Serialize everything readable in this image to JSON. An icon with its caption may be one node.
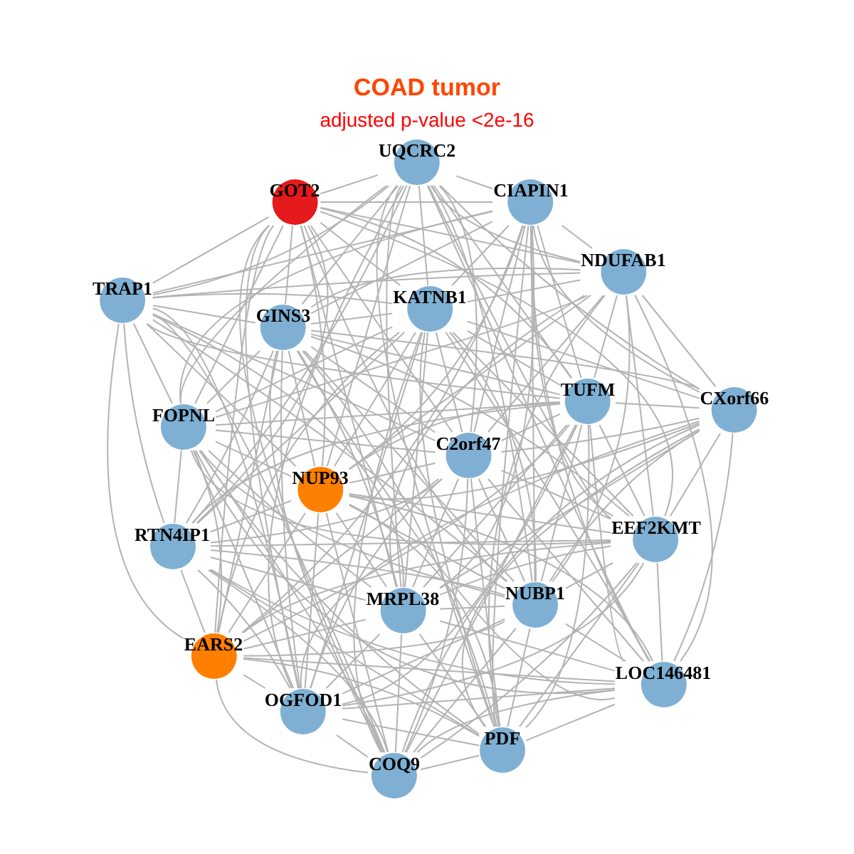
{
  "diagram": {
    "title": "COAD tumor",
    "caption": "adjusted p-value <2e-16",
    "nodes": [
      {
        "text": [
          "GOT2"
        ]
      },
      {
        "text": [
          "UQCRC2"
        ]
      },
      {
        "text": [
          "CIAPIN1"
        ]
      },
      {
        "text": [
          "NDUFAB1"
        ]
      },
      {
        "text": [
          "TRAP1"
        ]
      },
      {
        "text": [
          "GINS3"
        ]
      },
      {
        "text": [
          "KATNB1"
        ]
      },
      {
        "text": [
          "TUFM"
        ]
      },
      {
        "text": [
          "CXorf66"
        ]
      },
      {
        "text": [
          "FOPNL"
        ]
      },
      {
        "text": [
          "C2orf47"
        ]
      },
      {
        "text": [
          "NUP93"
        ]
      },
      {
        "text": [
          "RTN4IP1"
        ]
      },
      {
        "text": [
          "EEF2KMT"
        ]
      },
      {
        "text": [
          "MRPL38"
        ]
      },
      {
        "text": [
          "NUBP1"
        ]
      },
      {
        "text": [
          "EARS2"
        ]
      },
      {
        "text": [
          "LOC146481"
        ]
      },
      {
        "text": [
          "OGFOD1"
        ]
      },
      {
        "text": [
          "PDF"
        ]
      },
      {
        "text": [
          "COQ9"
        ]
      }
    ],
    "edges": [
      {
        "from": 0,
        "to": 1,
        "arrow": "none"
      },
      {
        "from": 0,
        "to": 2,
        "arrow": "none"
      },
      {
        "from": 0,
        "to": 3,
        "arrow": "none"
      },
      {
        "from": 0,
        "to": 4,
        "arrow": "none"
      },
      {
        "from": 0,
        "to": 5,
        "arrow": "none"
      },
      {
        "from": 0,
        "to": 6,
        "arrow": "none"
      },
      {
        "from": 0,
        "to": 7,
        "arrow": "none"
      },
      {
        "from": 0,
        "to": 9,
        "arrow": "none"
      },
      {
        "from": 0,
        "to": 10,
        "arrow": "none"
      },
      {
        "from": 0,
        "to": 11,
        "arrow": "none"
      },
      {
        "from": 0,
        "to": 12,
        "arrow": "none"
      },
      {
        "from": 0,
        "to": 13,
        "arrow": "none"
      },
      {
        "from": 0,
        "to": 14,
        "arrow": "none"
      },
      {
        "from": 0,
        "to": 15,
        "arrow": "none"
      },
      {
        "from": 0,
        "to": 16,
        "arrow": "none"
      },
      {
        "from": 0,
        "to": 18,
        "arrow": "none"
      },
      {
        "from": 0,
        "to": 20,
        "arrow": "none"
      },
      {
        "from": 1,
        "to": 2,
        "arrow": "none"
      },
      {
        "from": 1,
        "to": 3,
        "arrow": "none"
      },
      {
        "from": 1,
        "to": 4,
        "arrow": "none"
      },
      {
        "from": 1,
        "to": 5,
        "arrow": "none"
      },
      {
        "from": 1,
        "to": 6,
        "arrow": "none"
      },
      {
        "from": 1,
        "to": 7,
        "arrow": "none"
      },
      {
        "from": 1,
        "to": 8,
        "arrow": "none"
      },
      {
        "from": 1,
        "to": 9,
        "arrow": "none"
      },
      {
        "from": 1,
        "to": 10,
        "arrow": "none"
      },
      {
        "from": 1,
        "to": 11,
        "arrow": "none"
      },
      {
        "from": 1,
        "to": 12,
        "arrow": "none"
      },
      {
        "from": 1,
        "to": 13,
        "arrow": "none"
      },
      {
        "from": 1,
        "to": 14,
        "arrow": "none"
      },
      {
        "from": 1,
        "to": 15,
        "arrow": "none"
      },
      {
        "from": 1,
        "to": 17,
        "arrow": "none"
      },
      {
        "from": 1,
        "to": 18,
        "arrow": "none"
      },
      {
        "from": 1,
        "to": 19,
        "arrow": "none"
      },
      {
        "from": 2,
        "to": 3,
        "arrow": "none"
      },
      {
        "from": 2,
        "to": 4,
        "arrow": "none"
      },
      {
        "from": 2,
        "to": 5,
        "arrow": "none"
      },
      {
        "from": 2,
        "to": 6,
        "arrow": "none"
      },
      {
        "from": 2,
        "to": 7,
        "arrow": "none"
      },
      {
        "from": 2,
        "to": 8,
        "arrow": "none"
      },
      {
        "from": 2,
        "to": 9,
        "arrow": "none"
      },
      {
        "from": 2,
        "to": 10,
        "arrow": "none"
      },
      {
        "from": 2,
        "to": 11,
        "arrow": "none"
      },
      {
        "from": 2,
        "to": 13,
        "arrow": "none"
      },
      {
        "from": 2,
        "to": 14,
        "arrow": "none"
      },
      {
        "from": 2,
        "to": 15,
        "arrow": "none"
      },
      {
        "from": 2,
        "to": 16,
        "arrow": "none"
      },
      {
        "from": 2,
        "to": 17,
        "arrow": "none"
      },
      {
        "from": 2,
        "to": 19,
        "arrow": "none"
      },
      {
        "from": 3,
        "to": 4,
        "arrow": "none"
      },
      {
        "from": 3,
        "to": 5,
        "arrow": "none"
      },
      {
        "from": 3,
        "to": 6,
        "arrow": "none"
      },
      {
        "from": 3,
        "to": 7,
        "arrow": "none"
      },
      {
        "from": 3,
        "to": 8,
        "arrow": "none"
      },
      {
        "from": 3,
        "to": 9,
        "arrow": "none"
      },
      {
        "from": 3,
        "to": 10,
        "arrow": "none"
      },
      {
        "from": 3,
        "to": 11,
        "arrow": "none"
      },
      {
        "from": 3,
        "to": 13,
        "arrow": "none"
      },
      {
        "from": 3,
        "to": 14,
        "arrow": "none"
      },
      {
        "from": 3,
        "to": 15,
        "arrow": "none"
      },
      {
        "from": 3,
        "to": 17,
        "arrow": "none"
      },
      {
        "from": 3,
        "to": 19,
        "arrow": "none"
      },
      {
        "from": 4,
        "to": 5,
        "arrow": "none"
      },
      {
        "from": 4,
        "to": 6,
        "arrow": "none"
      },
      {
        "from": 4,
        "to": 7,
        "arrow": "none"
      },
      {
        "from": 4,
        "to": 9,
        "arrow": "none"
      },
      {
        "from": 4,
        "to": 10,
        "arrow": "none"
      },
      {
        "from": 4,
        "to": 11,
        "arrow": "none"
      },
      {
        "from": 4,
        "to": 12,
        "arrow": "none"
      },
      {
        "from": 4,
        "to": 14,
        "arrow": "none"
      },
      {
        "from": 4,
        "to": 15,
        "arrow": "none"
      },
      {
        "from": 4,
        "to": 16,
        "arrow": "none"
      },
      {
        "from": 4,
        "to": 18,
        "arrow": "none"
      },
      {
        "from": 4,
        "to": 20,
        "arrow": "none"
      },
      {
        "from": 5,
        "to": 6,
        "arrow": "none"
      },
      {
        "from": 5,
        "to": 7,
        "arrow": "none"
      },
      {
        "from": 5,
        "to": 8,
        "arrow": "none"
      },
      {
        "from": 5,
        "to": 9,
        "arrow": "none"
      },
      {
        "from": 5,
        "to": 10,
        "arrow": "none"
      },
      {
        "from": 5,
        "to": 11,
        "arrow": "none"
      },
      {
        "from": 5,
        "to": 12,
        "arrow": "none"
      },
      {
        "from": 5,
        "to": 13,
        "arrow": "none"
      },
      {
        "from": 5,
        "to": 14,
        "arrow": "none"
      },
      {
        "from": 5,
        "to": 15,
        "arrow": "none"
      },
      {
        "from": 5,
        "to": 16,
        "arrow": "none"
      },
      {
        "from": 5,
        "to": 17,
        "arrow": "none"
      },
      {
        "from": 5,
        "to": 18,
        "arrow": "none"
      },
      {
        "from": 5,
        "to": 19,
        "arrow": "none"
      },
      {
        "from": 5,
        "to": 20,
        "arrow": "none"
      },
      {
        "from": 6,
        "to": 7,
        "arrow": "none"
      },
      {
        "from": 6,
        "to": 8,
        "arrow": "none"
      },
      {
        "from": 6,
        "to": 9,
        "arrow": "none"
      },
      {
        "from": 6,
        "to": 10,
        "arrow": "none"
      },
      {
        "from": 6,
        "to": 11,
        "arrow": "none"
      },
      {
        "from": 6,
        "to": 12,
        "arrow": "none"
      },
      {
        "from": 6,
        "to": 13,
        "arrow": "none"
      },
      {
        "from": 6,
        "to": 14,
        "arrow": "none"
      },
      {
        "from": 6,
        "to": 15,
        "arrow": "none"
      },
      {
        "from": 6,
        "to": 16,
        "arrow": "none"
      },
      {
        "from": 6,
        "to": 17,
        "arrow": "none"
      },
      {
        "from": 6,
        "to": 18,
        "arrow": "none"
      },
      {
        "from": 6,
        "to": 19,
        "arrow": "none"
      },
      {
        "from": 6,
        "to": 20,
        "arrow": "none"
      },
      {
        "from": 7,
        "to": 8,
        "arrow": "none"
      },
      {
        "from": 7,
        "to": 9,
        "arrow": "none"
      },
      {
        "from": 7,
        "to": 10,
        "arrow": "none"
      },
      {
        "from": 7,
        "to": 11,
        "arrow": "none"
      },
      {
        "from": 7,
        "to": 12,
        "arrow": "none"
      },
      {
        "from": 7,
        "to": 13,
        "arrow": "none"
      },
      {
        "from": 7,
        "to": 14,
        "arrow": "none"
      },
      {
        "from": 7,
        "to": 15,
        "arrow": "none"
      },
      {
        "from": 7,
        "to": 16,
        "arrow": "none"
      },
      {
        "from": 7,
        "to": 17,
        "arrow": "none"
      },
      {
        "from": 7,
        "to": 18,
        "arrow": "none"
      },
      {
        "from": 7,
        "to": 19,
        "arrow": "none"
      },
      {
        "from": 7,
        "to": 20,
        "arrow": "none"
      },
      {
        "from": 8,
        "to": 10,
        "arrow": "none"
      },
      {
        "from": 8,
        "to": 11,
        "arrow": "none"
      },
      {
        "from": 8,
        "to": 13,
        "arrow": "none"
      },
      {
        "from": 8,
        "to": 14,
        "arrow": "none"
      },
      {
        "from": 8,
        "to": 15,
        "arrow": "none"
      },
      {
        "from": 8,
        "to": 17,
        "arrow": "none"
      },
      {
        "from": 8,
        "to": 18,
        "arrow": "none"
      },
      {
        "from": 8,
        "to": 19,
        "arrow": "none"
      },
      {
        "from": 8,
        "to": 20,
        "arrow": "none"
      },
      {
        "from": 9,
        "to": 10,
        "arrow": "none"
      },
      {
        "from": 9,
        "to": 11,
        "arrow": "none"
      },
      {
        "from": 9,
        "to": 12,
        "arrow": "none"
      },
      {
        "from": 9,
        "to": 13,
        "arrow": "none"
      },
      {
        "from": 9,
        "to": 14,
        "arrow": "none"
      },
      {
        "from": 9,
        "to": 15,
        "arrow": "none"
      },
      {
        "from": 9,
        "to": 16,
        "arrow": "none"
      },
      {
        "from": 9,
        "to": 17,
        "arrow": "none"
      },
      {
        "from": 9,
        "to": 18,
        "arrow": "none"
      },
      {
        "from": 9,
        "to": 19,
        "arrow": "none"
      },
      {
        "from": 9,
        "to": 20,
        "arrow": "none"
      },
      {
        "from": 10,
        "to": 11,
        "arrow": "none"
      },
      {
        "from": 10,
        "to": 12,
        "arrow": "none"
      },
      {
        "from": 10,
        "to": 13,
        "arrow": "none"
      },
      {
        "from": 10,
        "to": 14,
        "arrow": "none"
      },
      {
        "from": 10,
        "to": 15,
        "arrow": "none"
      },
      {
        "from": 10,
        "to": 16,
        "arrow": "none"
      },
      {
        "from": 10,
        "to": 17,
        "arrow": "none"
      },
      {
        "from": 10,
        "to": 18,
        "arrow": "none"
      },
      {
        "from": 10,
        "to": 19,
        "arrow": "none"
      },
      {
        "from": 10,
        "to": 20,
        "arrow": "none"
      },
      {
        "from": 11,
        "to": 12,
        "arrow": "none"
      },
      {
        "from": 11,
        "to": 13,
        "arrow": "none"
      },
      {
        "from": 11,
        "to": 14,
        "arrow": "none"
      },
      {
        "from": 11,
        "to": 15,
        "arrow": "none"
      },
      {
        "from": 11,
        "to": 16,
        "arrow": "none"
      },
      {
        "from": 11,
        "to": 17,
        "arrow": "none"
      },
      {
        "from": 11,
        "to": 18,
        "arrow": "none"
      },
      {
        "from": 11,
        "to": 19,
        "arrow": "none"
      },
      {
        "from": 11,
        "to": 20,
        "arrow": "none"
      },
      {
        "from": 12,
        "to": 13,
        "arrow": "none"
      },
      {
        "from": 12,
        "to": 14,
        "arrow": "none"
      },
      {
        "from": 12,
        "to": 15,
        "arrow": "none"
      },
      {
        "from": 12,
        "to": 16,
        "arrow": "none"
      },
      {
        "from": 12,
        "to": 17,
        "arrow": "none"
      },
      {
        "from": 12,
        "to": 18,
        "arrow": "none"
      },
      {
        "from": 12,
        "to": 19,
        "arrow": "none"
      },
      {
        "from": 12,
        "to": 20,
        "arrow": "none"
      },
      {
        "from": 13,
        "to": 14,
        "arrow": "none"
      },
      {
        "from": 13,
        "to": 15,
        "arrow": "none"
      },
      {
        "from": 13,
        "to": 16,
        "arrow": "none"
      },
      {
        "from": 13,
        "to": 17,
        "arrow": "none"
      },
      {
        "from": 13,
        "to": 18,
        "arrow": "none"
      },
      {
        "from": 13,
        "to": 19,
        "arrow": "none"
      },
      {
        "from": 13,
        "to": 20,
        "arrow": "none"
      },
      {
        "from": 14,
        "to": 15,
        "arrow": "none"
      },
      {
        "from": 14,
        "to": 16,
        "arrow": "none"
      },
      {
        "from": 14,
        "to": 17,
        "arrow": "none"
      },
      {
        "from": 14,
        "to": 18,
        "arrow": "none"
      },
      {
        "from": 14,
        "to": 19,
        "arrow": "none"
      },
      {
        "from": 14,
        "to": 20,
        "arrow": "none"
      },
      {
        "from": 15,
        "to": 16,
        "arrow": "none"
      },
      {
        "from": 15,
        "to": 17,
        "arrow": "none"
      },
      {
        "from": 15,
        "to": 18,
        "arrow": "none"
      },
      {
        "from": 15,
        "to": 19,
        "arrow": "none"
      },
      {
        "from": 15,
        "to": 20,
        "arrow": "none"
      },
      {
        "from": 16,
        "to": 17,
        "arrow": "none"
      },
      {
        "from": 16,
        "to": 18,
        "arrow": "none"
      },
      {
        "from": 16,
        "to": 19,
        "arrow": "none"
      },
      {
        "from": 16,
        "to": 20,
        "arrow": "none"
      },
      {
        "from": 17,
        "to": 18,
        "arrow": "none"
      },
      {
        "from": 17,
        "to": 19,
        "arrow": "none"
      },
      {
        "from": 17,
        "to": 20,
        "arrow": "none"
      },
      {
        "from": 18,
        "to": 19,
        "arrow": "none"
      },
      {
        "from": 18,
        "to": 20,
        "arrow": "none"
      },
      {
        "from": 19,
        "to": 20,
        "arrow": "none"
      }
    ]
  }
}
